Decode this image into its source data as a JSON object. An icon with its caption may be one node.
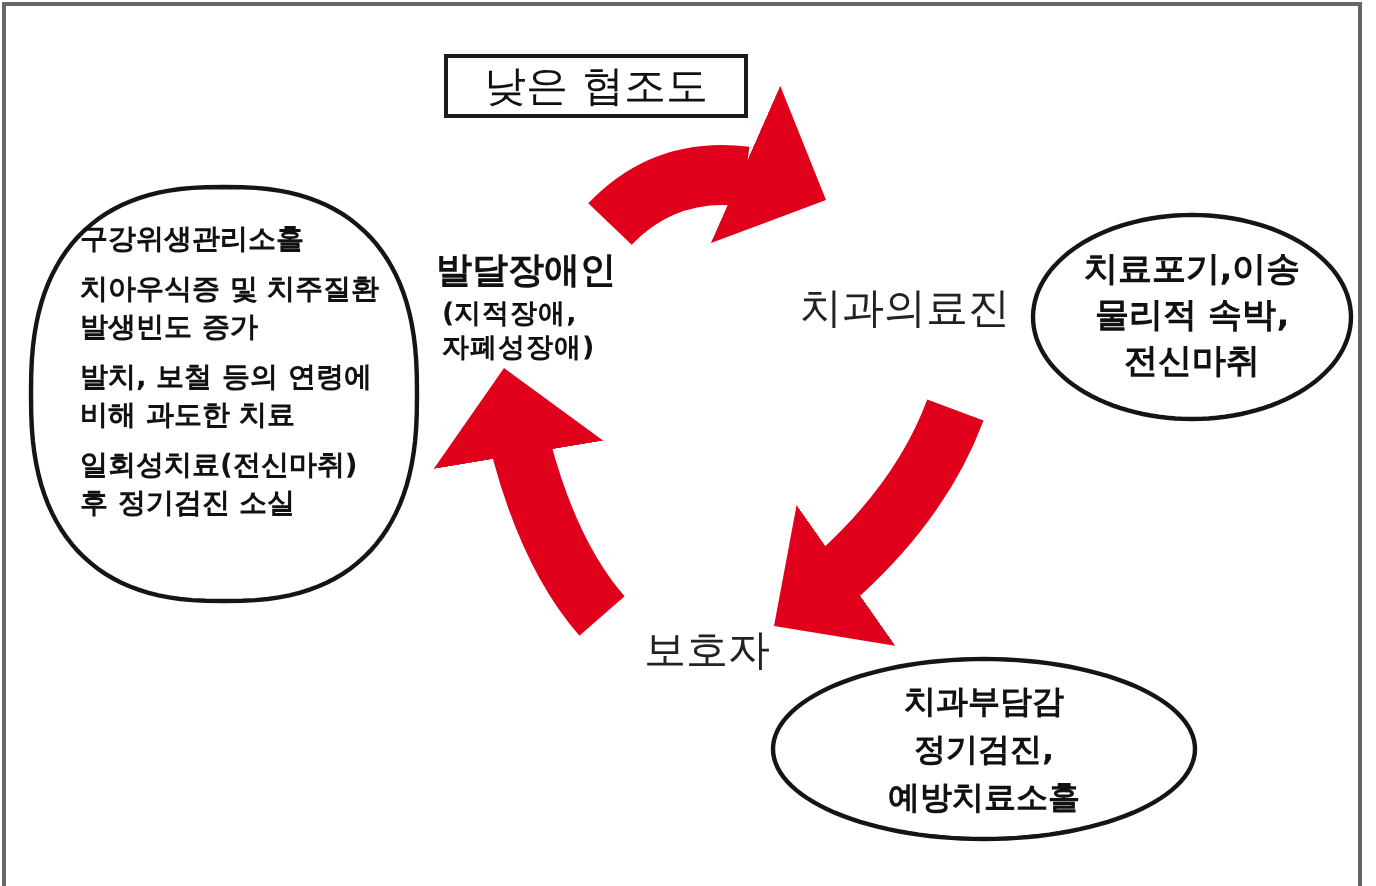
{
  "diagram": {
    "nodes": [
      {
        "text": [
          "낮은 협조도"
        ]
      },
      {
        "text": [
          "구강위생관리소홀",
          "치아우식증 및 치주질환 발생빈도 증가",
          "발치, 보철 등의 연령에 비해 과도한 치료",
          "일회성치료(전신마취) 후 정기검진 소실"
        ]
      },
      {
        "text": [
          "발달장애인",
          "(지적장애, 자폐성장애)"
        ]
      },
      {
        "text": [
          "치과의료진"
        ]
      },
      {
        "text": [
          "치료포기,이송 물리적 속박, 전신마취"
        ]
      },
      {
        "text": [
          "보호자"
        ]
      },
      {
        "text": [
          "치과부담감 정기검진, 예방치료소홀"
        ]
      }
    ],
    "edges": [
      {
        "from": 2,
        "to": 3,
        "arrow": "to"
      },
      {
        "from": 3,
        "to": 5,
        "arrow": "to"
      },
      {
        "from": 5,
        "to": 2,
        "arrow": "to"
      }
    ]
  }
}
